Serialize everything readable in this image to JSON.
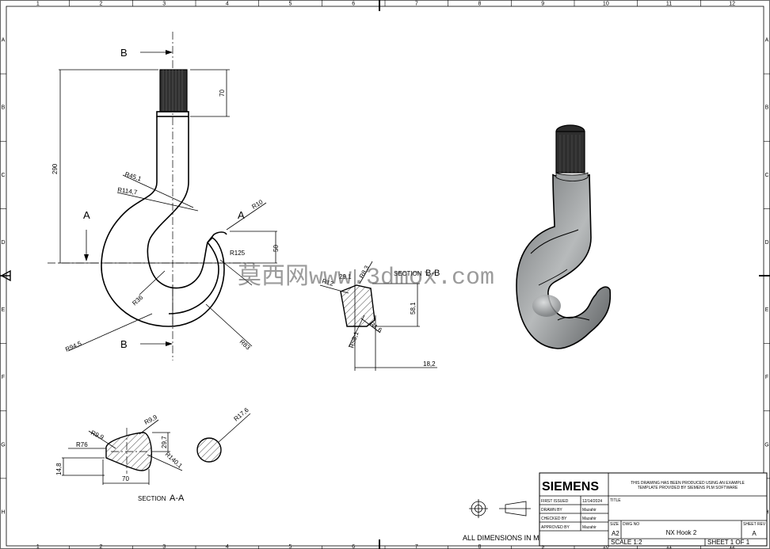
{
  "border": {
    "columns": [
      "1",
      "2",
      "3",
      "4",
      "5",
      "6",
      "7",
      "8",
      "9",
      "10",
      "11",
      "12"
    ],
    "rows": [
      "A",
      "B",
      "C",
      "D",
      "E",
      "F",
      "G",
      "H"
    ]
  },
  "views": {
    "section_markers": {
      "top": "B",
      "bottom": "B",
      "left": "A",
      "right": "A"
    },
    "dims_main": {
      "r45": "R45,1",
      "r114": "R114,7",
      "r10": "R10",
      "d290": "290",
      "d70": "70",
      "d50": "50",
      "r125": "R125",
      "r36": "R36",
      "r94": "R94,5",
      "r83": "R83"
    },
    "section_bb": {
      "label": "SECTION",
      "letters": "B-B",
      "d29": "29,1",
      "r8": "R8,3",
      "r12": "R12",
      "d58": "58,1",
      "r58": "R58,1",
      "r1": "R1,6",
      "d18": "18,2"
    },
    "section_aa": {
      "label": "SECTION",
      "letters": "A-A",
      "r9a": "R9,9",
      "r9b": "R9,9",
      "r76": "R76",
      "d29": "29,7",
      "d14": "14,8",
      "r140": "R140,1",
      "d70": "70",
      "r17": "R17,6"
    },
    "all_dims_note": "ALL DIMENSIONS IN MM"
  },
  "watermark": "莫西网www.3dmox.com",
  "title_block": {
    "logo": "SIEMENS",
    "note_line1": "THIS DRAWING HAS BEEN PRODUCED USING AN EXAMPLE",
    "note_line2": "TEMPLATE PROVIDED BY SIEMENS PLM SOFTWARE",
    "rows": [
      {
        "label": "FIRST ISSUED",
        "value": "12/14/2024"
      },
      {
        "label": "DRAWN BY",
        "value": "Mazahir"
      },
      {
        "label": "CHECKED BY",
        "value": "Mazahir"
      },
      {
        "label": "APPROVED BY",
        "value": "Mazahir"
      }
    ],
    "title_label": "TITLE",
    "size_label": "SIZE",
    "size_value": "A2",
    "dwg_label": "DWG NO",
    "dwg_value": "NX Hook 2",
    "sheet_rev_label": "SHEET REV",
    "rev_value": "A",
    "scale": "SCALE 1:2",
    "sheet": "SHEET 1 OF 1"
  },
  "colors": {
    "shade_dark": "#3a3a3a",
    "shade_mid": "#8a8d8f",
    "shade_light": "#c9cbcc"
  }
}
